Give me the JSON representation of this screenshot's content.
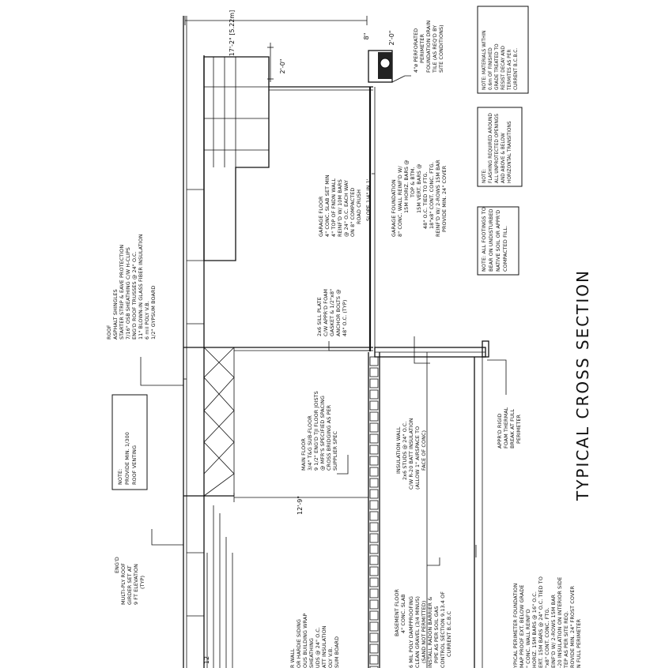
{
  "title": "TYPICAL CROSS SECTION",
  "dimensions": {
    "overall_height": "17'-2\" [5.22m]",
    "garage_overhang": "2'-0\"",
    "ceiling_height": "12'-9\"",
    "footing_width": "8\"",
    "footing_depth": "2'-0\"",
    "small_marker": "12"
  },
  "notes": {
    "venting": [
      "NOTE:",
      "PROVIDE MIN. 1/300",
      "ROOF VENTING"
    ],
    "footings": [
      "NOTE: ALL FOOTINGS TO",
      "BEAR ON UNDISTURBED",
      "NATIVE SOIL OR APPR'D",
      "COMPACTED FILL."
    ],
    "flashing": [
      "NOTE:",
      "FLASHING REQUIRED AROUND",
      "ALL UNPROTECTED OPENINGS",
      "AND ABOVE & BELOW",
      "HORIZONTAL TRANSITIONS"
    ],
    "materials": [
      "NOTE: MATERIALS WITHIN",
      "0.6m OF FINISHED",
      "GRADE TREATED TO",
      "RESIST DECAY AND",
      "TERMITES AS PER",
      "CURRENT B.C.B.C."
    ]
  },
  "callouts": {
    "roof": [
      "ROOF",
      "ASPHALT SHINGLES",
      "STARTER STRIP & EAVE PROTECTION",
      "7/16\" OSB SHEATHING C/W H-CLIPS",
      "ENG'D ROOF TRUSSES @ 24\" O.C.",
      "11\" BLOWN-IN GLASS FIBER INSULATION",
      "6 mil POLY V.B.",
      "1/2\" GYPSUM BOARD"
    ],
    "girder": [
      "ENG'D",
      "MULTI-PLY ROOF",
      "GIRDER SET AT",
      "9 FT ELEVATION",
      "(TYP)"
    ],
    "main_floor": [
      "MAIN FLOOR",
      "3/4\" T&G SUB-FLOOR",
      "9 1/2\" ENG'D TJI FLOOR JOISTS",
      "@ MFR'S SPECIFIED SPACING",
      "CROSS BRIDGING AS PER",
      "SUPPLIER SPEC"
    ],
    "sill_plate": [
      "2x6 SILL PLATE",
      "C/W APPR'D FOAM",
      "GASKET & 1/2\"x8\"",
      "ANCHOR BOLTS @",
      "48\" O.C. (TYP)"
    ],
    "garage_floor": [
      "GARAGE FLOOR",
      "4\" CONC. SLAB SET MIN",
      "4\" TOP OF FNDN WALL",
      "REINF'D W/ 10M BARS",
      "@ 24\" O.C. EACH WAY",
      "ON 8\" COMPACTED",
      "ROAD CRUSH",
      "SLOPE 1/4\" IN 1'"
    ],
    "garage_foundation": [
      "GARAGE FOUNDATION",
      "8\" CONC. WALL REINF'D W/",
      "15M HORIZ. BARS @",
      "TOP & BTM.",
      "15M VERT. BARS @",
      "48\" O.C. TIED TO FTG.",
      "18\"x8\" CONT. CONC. FTG.",
      "REINF'D W/ 2-ROWS 15M BAR",
      "PROVIDE MIN. 24\" COVER"
    ],
    "drain_tile": [
      "4\"ø PERFORATED",
      "PERIMETER",
      "FOUNDATION DRAIN",
      "TILE (AS REQ'D BY",
      "SITE CONDITIONS)"
    ],
    "insulation_wall": [
      "INSULATION WALL",
      "2x6 STUDS @ 24\" O.C.",
      "C/W R-20 BATT INSULATION",
      "(ALLOW 1\" AIRSPACE TO",
      "FACE OF CONC)"
    ],
    "rigid_foam": [
      "APPR'D RIGID",
      "FOAM THERMAL",
      "BREAK AT FULL",
      "PERIMETER"
    ],
    "basement_floor": [
      "BASEMENT FLOOR",
      "4\" CONC. SLAB",
      "6 MIL POLY DAMPPROOFING",
      "CLEAN GRAVEL (3/4 MINUS)",
      "(SAND NOT PERMITTED)",
      "INSTALL RADON BARRIER &",
      "PIPE AS PER SOIL GAS",
      "CONTROL SECTION 9.13.4 OF",
      "CURRENT B.C.B.C"
    ],
    "exterior_wall": [
      "R WALL",
      "OR HARDIE SIDING",
      "OUS BUILDING WRAP",
      "SHEATHING",
      "UDS @ 24\" O.C.",
      "ATT INSULATION",
      "OLY V.B.",
      "SUM BOARD"
    ],
    "perimeter_foundation": [
      "YPICAL PERIMETER FOUNDATION",
      "MAP PROOF EXT. BELOW GRADE",
      "\" CONC. WALL REINF'D",
      "HORIZ. 15M BARS @ 16\" O.C.",
      "ERT. 15M BARS @ 24\" O.C. TIED TO",
      "\"x8\" CONT. CONC. FTG.",
      "EINF'D W/ 2-ROWS 15M BAR",
      "-20 INSULATION ON INTERIOR SIDE",
      "TEP AS PER SITE REQ.",
      "ROVIDE MIN. 24\" FROST COVER",
      "N FULL PERIMETER"
    ]
  }
}
